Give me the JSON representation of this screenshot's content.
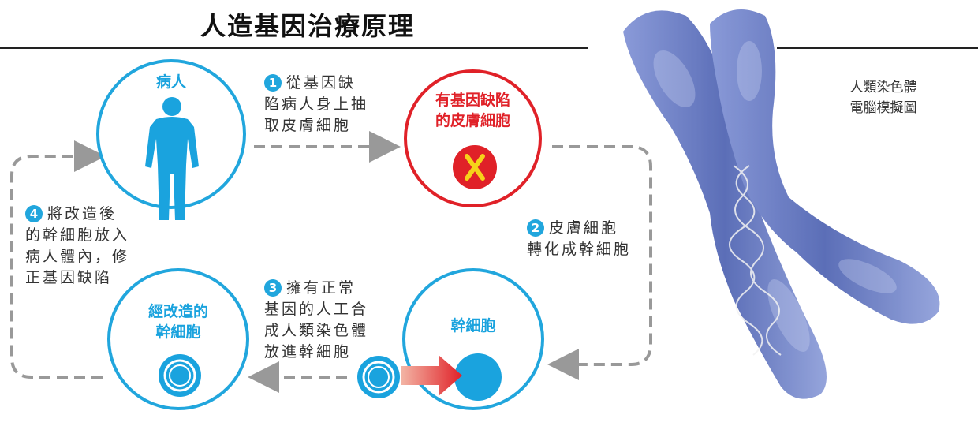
{
  "title": "人造基因治療原理",
  "circles": {
    "patient": "病人",
    "defect_line1": "有基因缺陷",
    "defect_line2": "的皮膚細胞",
    "stem": "幹細胞",
    "modified_line1": "經改造的",
    "modified_line2": "幹細胞"
  },
  "steps": {
    "s1": {
      "num": "1",
      "lines": [
        "從基因缺",
        "陷病人身上抽",
        "取皮膚細胞"
      ]
    },
    "s2": {
      "num": "2",
      "lines": [
        "皮膚細胞",
        "轉化成幹細胞"
      ]
    },
    "s3": {
      "num": "3",
      "lines": [
        "擁有正常",
        "基因的人工合",
        "成人類染色體",
        "放進幹細胞"
      ]
    },
    "s4": {
      "num": "4",
      "lines": [
        "將改造後",
        "的幹細胞放入",
        "病人體內，修",
        "正基因缺陷"
      ]
    }
  },
  "chromosome_caption": [
    "人類染色體",
    "電腦模擬圖"
  ],
  "colors": {
    "accent": "#21a6dd",
    "red": "#e02128",
    "dash": "#999999",
    "chromosome": "#4a5fb0"
  }
}
